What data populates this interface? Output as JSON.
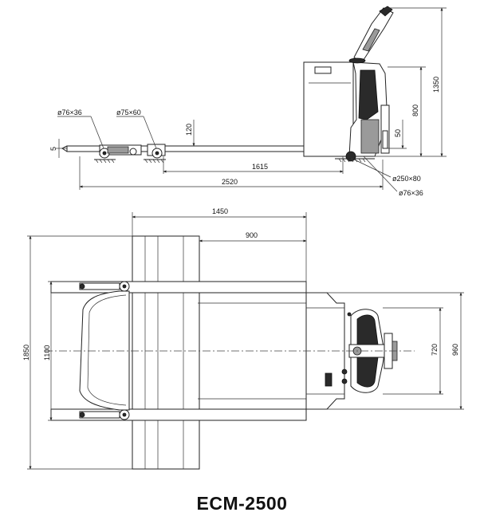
{
  "model": "ECM-2500",
  "side_view": {
    "dims": {
      "wheel_left": "ø76×36",
      "wheel_mid": "ø75×60",
      "height_120": "120",
      "length_1615": "1615",
      "length_2520": "2520",
      "drive_wheel": "ø250×80",
      "caster_wheel": "ø76×36",
      "height_1350": "1350",
      "height_800": "800",
      "height_50": "50",
      "ground_mark": "5"
    }
  },
  "top_view": {
    "dims": {
      "length_1450": "1450",
      "length_900": "900",
      "width_1850": "1850",
      "width_1100": "1100",
      "width_960": "960",
      "width_720": "720"
    }
  }
}
